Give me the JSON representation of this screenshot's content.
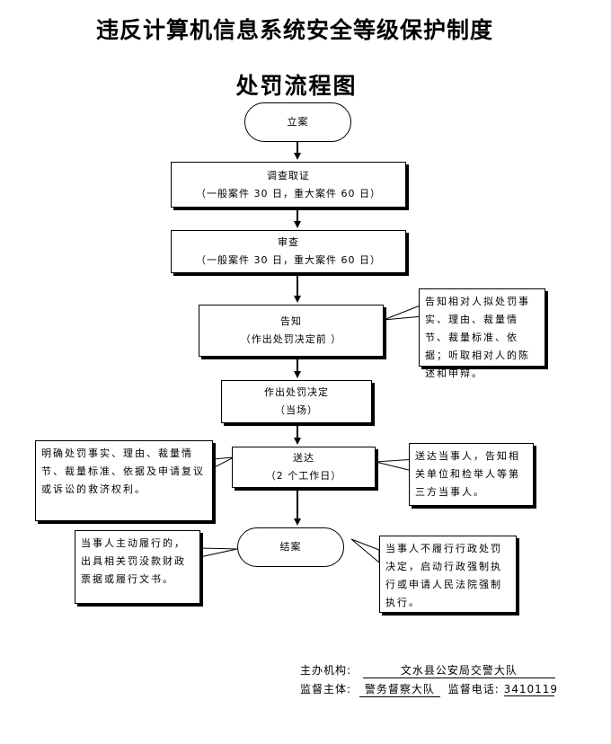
{
  "title": "违反计算机信息系统安全等级保护制度",
  "subtitle": "处罚流程图",
  "steps": {
    "filing": {
      "label": "立案"
    },
    "investigation": {
      "label": "调查取证",
      "note": "（一般案件 30 日，重大案件 60 日）"
    },
    "review": {
      "label": "审查",
      "note": "（一般案件 30 日，重大案件 60 日）"
    },
    "notify": {
      "label": "告知",
      "note": "（作出处罚决定前 ）"
    },
    "decision": {
      "label": "作出处罚决定",
      "note": "（当场）"
    },
    "delivery": {
      "label": "送达",
      "note": "（2 个工作日）"
    },
    "closing": {
      "label": "结案"
    }
  },
  "annotations": {
    "notify_right": "告知相对人拟处罚事实、理由、裁量情节、裁量标准、依据；听取相对人的陈述和申辩。",
    "delivery_left": "明确处罚事实、理由、裁量情节、裁量标准、依据及申请复议或诉讼的救济权利。",
    "delivery_right": "送达当事人，告知相关单位和检举人等第三方当事人。",
    "closing_left": "当事人主动履行的，出具相关罚没款财政票据或履行文书。",
    "closing_right": "当事人不履行行政处罚决定，启动行政强制执行或申请人民法院强制执行。"
  },
  "footer": {
    "organizer_label": "主办机构:",
    "organizer": "文水县公安局交警大队",
    "supervisor_label": "监督主体:",
    "supervisor": "警务督察大队",
    "phone_label": "监督电话:",
    "phone": "3410119"
  }
}
